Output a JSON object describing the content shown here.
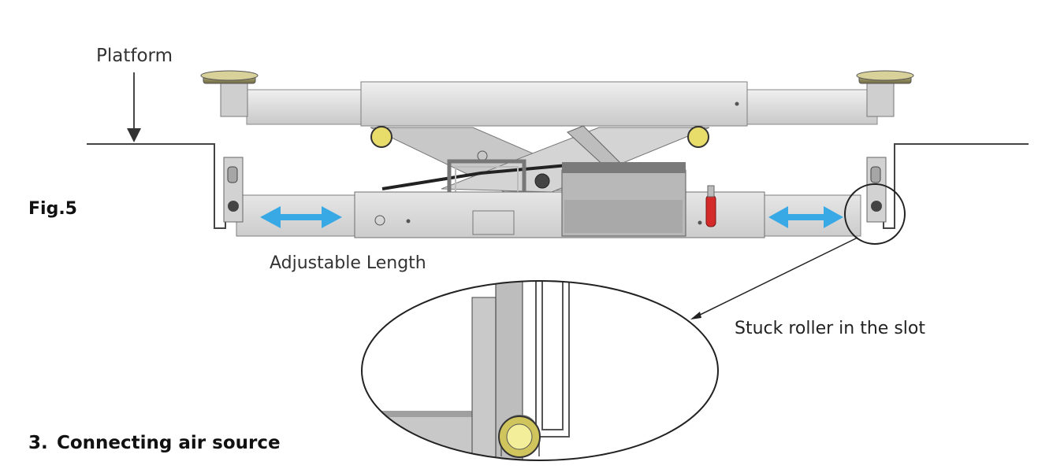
{
  "figure": {
    "fig_label": "Fig.5",
    "platform_label": "Platform",
    "adjustable_label": "Adjustable Length",
    "callout_label": "Stuck roller in the slot"
  },
  "section": {
    "number": "3.",
    "title": "Connecting air source"
  },
  "colors": {
    "arrow_blue": "#39a9e6",
    "metal_light": "#e2e2e2",
    "metal_mid": "#cfcfcf",
    "metal_dark": "#5a5a5a",
    "roller_yellow": "#e8dd6a",
    "valve_red": "#d42a2a"
  }
}
